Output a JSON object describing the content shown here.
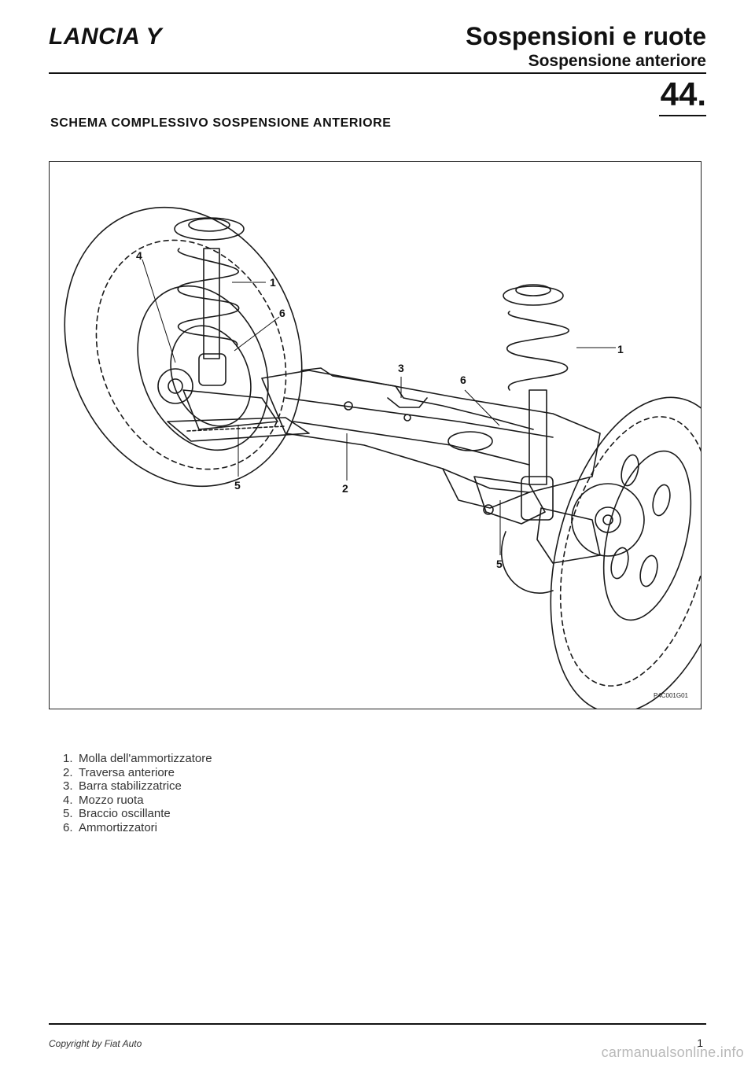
{
  "header": {
    "brand": "LANCIA Y",
    "section_title": "Sospensioni e ruote",
    "subsection_title": "Sospensione anteriore",
    "chapter_number": "44."
  },
  "heading": "SCHEMA COMPLESSIVO SOSPENSIONE ANTERIORE",
  "figure": {
    "code": "P4C001G01",
    "callouts": [
      "1",
      "1",
      "2",
      "3",
      "4",
      "5",
      "5",
      "6",
      "6"
    ]
  },
  "legend": [
    {
      "num": "1.",
      "text": "Molla dell'ammortizzatore"
    },
    {
      "num": "2.",
      "text": "Traversa anteriore"
    },
    {
      "num": "3.",
      "text": "Barra stabilizzatrice"
    },
    {
      "num": "4.",
      "text": "Mozzo ruota"
    },
    {
      "num": "5.",
      "text": "Braccio oscillante"
    },
    {
      "num": "6.",
      "text": "Ammortizzatori"
    }
  ],
  "footer": {
    "copyright": "Copyright by Fiat Auto",
    "page_number": "1"
  },
  "watermark": "carmanualsonline.info"
}
